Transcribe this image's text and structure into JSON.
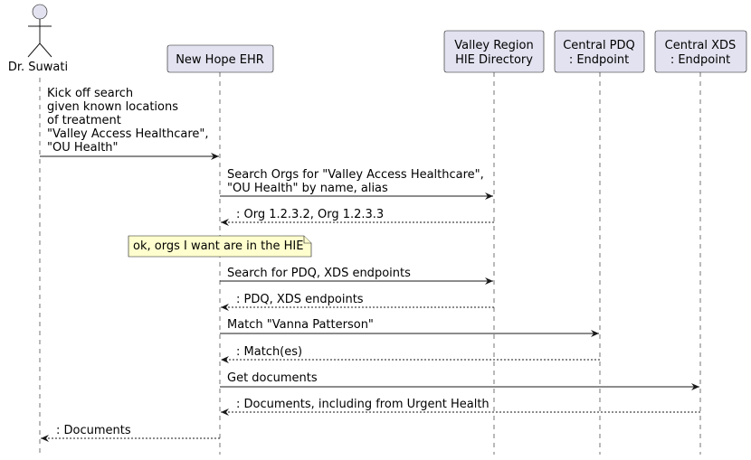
{
  "diagram": {
    "participants": [
      {
        "id": "suwati",
        "kind": "actor",
        "label": "Dr. Suwati"
      },
      {
        "id": "ehr",
        "kind": "participant",
        "lines": [
          "New Hope EHR"
        ]
      },
      {
        "id": "hie",
        "kind": "participant",
        "lines": [
          "Valley Region",
          "HIE Directory"
        ]
      },
      {
        "id": "pdq",
        "kind": "participant",
        "lines": [
          "Central PDQ",
          ": Endpoint"
        ]
      },
      {
        "id": "xds",
        "kind": "participant",
        "lines": [
          "Central XDS",
          ": Endpoint"
        ]
      }
    ],
    "messages": [
      {
        "from": "suwati",
        "to": "ehr",
        "style": "solid",
        "lines": [
          "Kick off search",
          "given known locations",
          "of treatment",
          "\"Valley Access Healthcare\",",
          "\"OU Health\""
        ]
      },
      {
        "from": "ehr",
        "to": "hie",
        "style": "solid",
        "lines": [
          "Search Orgs for \"Valley Access Healthcare\",",
          "\"OU Health\" by name, alias"
        ]
      },
      {
        "from": "hie",
        "to": "ehr",
        "style": "dashed",
        "lines": [
          ": Org 1.2.3.2, Org 1.2.3.3"
        ]
      },
      {
        "from": "ehr",
        "to": "hie",
        "style": "solid",
        "lines": [
          "Search for PDQ, XDS endpoints"
        ]
      },
      {
        "from": "hie",
        "to": "ehr",
        "style": "dashed",
        "lines": [
          ": PDQ, XDS endpoints"
        ]
      },
      {
        "from": "ehr",
        "to": "pdq",
        "style": "solid",
        "lines": [
          "Match \"Vanna Patterson\""
        ]
      },
      {
        "from": "pdq",
        "to": "ehr",
        "style": "dashed",
        "lines": [
          ": Match(es)"
        ]
      },
      {
        "from": "ehr",
        "to": "xds",
        "style": "solid",
        "lines": [
          "Get documents"
        ]
      },
      {
        "from": "xds",
        "to": "ehr",
        "style": "dashed",
        "lines": [
          ": Documents, including from Urgent Health"
        ]
      },
      {
        "from": "ehr",
        "to": "suwati",
        "style": "dashed",
        "lines": [
          ": Documents"
        ]
      }
    ],
    "note": {
      "text": "ok, orgs I want are in the HIE"
    }
  }
}
